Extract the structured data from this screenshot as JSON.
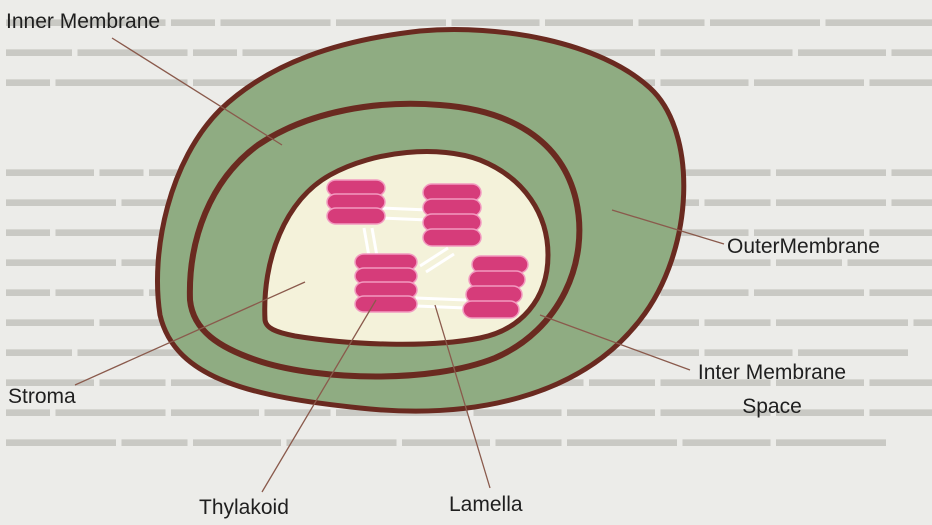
{
  "colors": {
    "outer_fill": "#8fac82",
    "membrane_stroke": "#6a2a20",
    "stroma_fill": "#f4f2da",
    "grana_fill": "#d63c7a",
    "grana_edge": "#f29ac0",
    "leader_line": "#8a5a4c"
  },
  "labels": {
    "inner_membrane": "Inner Membrane",
    "outer_membrane": "OuterMembrane",
    "inter_membrane_line1": "Inter Membrane",
    "inter_membrane_line2": "Space",
    "stroma": "Stroma",
    "thylakoid": "Thylakoid",
    "lamella": "Lamella"
  }
}
